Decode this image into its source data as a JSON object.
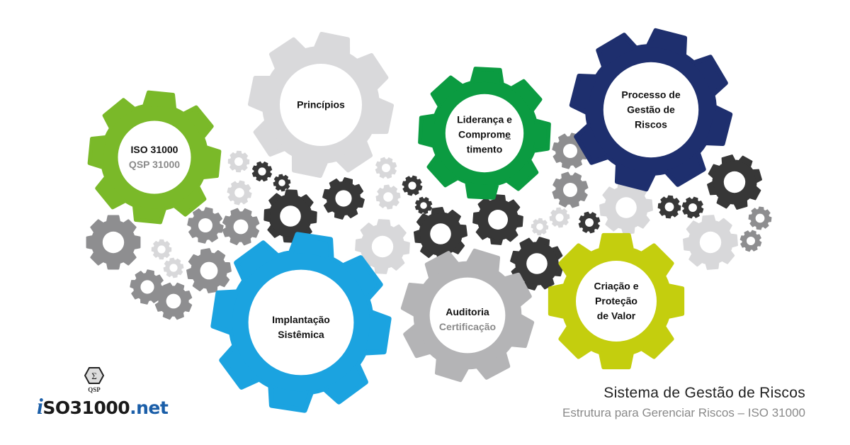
{
  "colors": {
    "iso": "#7AB929",
    "principios": "#D9D9DB",
    "lideranca": "#0B9B41",
    "processo": "#1E2F6E",
    "implantacao": "#1BA3E0",
    "auditoria": "#B4B4B6",
    "criacao": "#C4CE0E",
    "gear_dark": "#373737",
    "gear_mid": "#8E8E90",
    "gear_light": "#D8D8DA"
  },
  "gears": {
    "iso": {
      "line1": "ISO 31000",
      "sub": "QSP 31000"
    },
    "principios": {
      "line1": "Princípios"
    },
    "lideranca": {
      "line1": "Liderança e",
      "line2a": "Comprom",
      "line2b": "e",
      "line3": "timento"
    },
    "processo": {
      "line1": "Processo de",
      "line2": "Gestão de",
      "line3": "Riscos"
    },
    "implantacao": {
      "line1": "Implantação",
      "line2": "Sistêmica"
    },
    "auditoria": {
      "line1": "Auditoria",
      "sub": "Certificação"
    },
    "criacao": {
      "line1": "Criação e",
      "line2": "Proteção",
      "line3": "de Valor"
    }
  },
  "footer": {
    "title": "Sistema de Gestão de Riscos",
    "subtitle": "Estrutura para Gerenciar Riscos – ISO 31000"
  },
  "logo": {
    "symbol": "Σ",
    "qsp": "QSP",
    "brand_i": "i",
    "brand_main": "SO31000",
    "brand_net": ".net"
  }
}
